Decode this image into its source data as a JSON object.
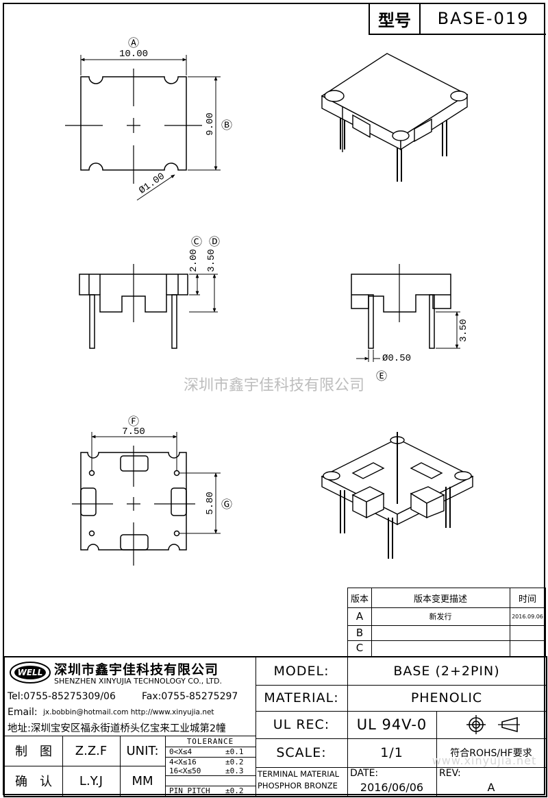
{
  "header": {
    "type_label": "型号",
    "model_code": "BASE-019"
  },
  "dimensions": {
    "A": {
      "tag": "Ⓐ",
      "value": "10.00"
    },
    "B": {
      "tag": "Ⓑ",
      "value": "9.00"
    },
    "hole": {
      "value": "Ø1.00"
    },
    "C": {
      "tag": "Ⓒ",
      "value": "2.00"
    },
    "D": {
      "tag": "Ⓓ",
      "value": "3.50"
    },
    "pin_len": {
      "value": "3.50"
    },
    "E": {
      "tag": "Ⓔ",
      "value": "Ø0.50"
    },
    "F": {
      "tag": "Ⓕ",
      "value": "7.50"
    },
    "G": {
      "tag": "Ⓖ",
      "value": "5.80"
    }
  },
  "watermark": "深圳市鑫宇佳科技有限公司",
  "watermark_url": "www.xinyujia.net",
  "revision_table": {
    "headers": [
      "版本",
      "版本变更描述",
      "时间"
    ],
    "rows": [
      {
        "ver": "A",
        "desc": "新发行",
        "date": "2016.09.06"
      },
      {
        "ver": "B",
        "desc": "",
        "date": ""
      },
      {
        "ver": "C",
        "desc": "",
        "date": ""
      }
    ]
  },
  "company": {
    "logo_text": "WELL",
    "name_cn": "深圳市鑫宇佳科技有限公司",
    "name_en": "SHENZHEN XINYUJIA TECHNOLOGY CO., LTD.",
    "tel": "Tel:0755-85275309/06",
    "fax": "Fax:0755-85275297",
    "email_label": "Email:",
    "email": "jx.bobbin@hotmail.com http://www.xinyujia.net",
    "address": "地址:深圳宝安区福永街道桥头亿宝来工业城第2幢"
  },
  "signoff": {
    "drawn_label": "制　图",
    "drawn_by": "Z.Z.F",
    "checked_label": "确　认",
    "checked_by": "L.Y.J",
    "unit_label": "UNIT:",
    "unit_value": "MM"
  },
  "tolerance": {
    "title": "TOLERANCE",
    "rows": [
      {
        "range": "0<X≤4",
        "tol": "±0.1"
      },
      {
        "range": "4<X≤16",
        "tol": "±0.2"
      },
      {
        "range": "16<X≤50",
        "tol": "±0.3"
      },
      {
        "range": "PIN PITCH",
        "tol": "±0.2"
      }
    ]
  },
  "spec": {
    "model_label": "MODEL:",
    "model_value": "BASE (2+2PIN)",
    "material_label": "MATERIAL:",
    "material_value": "PHENOLIC",
    "ulrec_label": "UL REC:",
    "ulrec_value": "UL 94V-0",
    "scale_label": "SCALE:",
    "scale_value": "1/1",
    "rohs": "符合ROHS/HF要求",
    "terminal_1": "TERMINAL MATERIAL",
    "terminal_2": "PHOSPHOR BRONZE",
    "date_label": "DATE:",
    "date_value": "2016/06/06",
    "rev_label": "REV:",
    "rev_value": "A"
  }
}
